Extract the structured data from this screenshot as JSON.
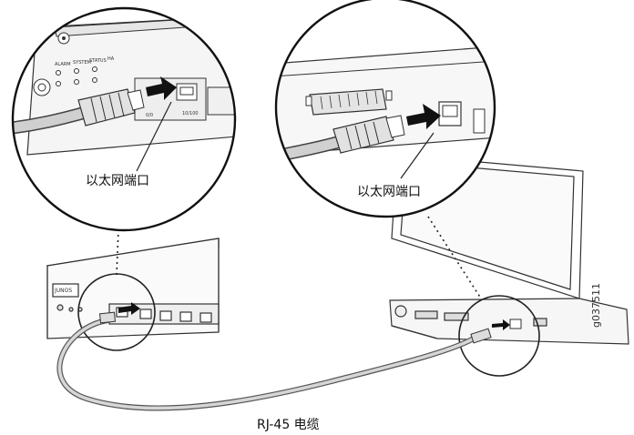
{
  "labels": {
    "left_port": "以太网端口",
    "right_port": "以太网端口",
    "cable": "RJ-45 电缆",
    "figure_id": "g037511"
  },
  "colors": {
    "line": "#333333",
    "cable": "#c8c8c8",
    "arrow": "#111111",
    "background": "#ffffff"
  }
}
